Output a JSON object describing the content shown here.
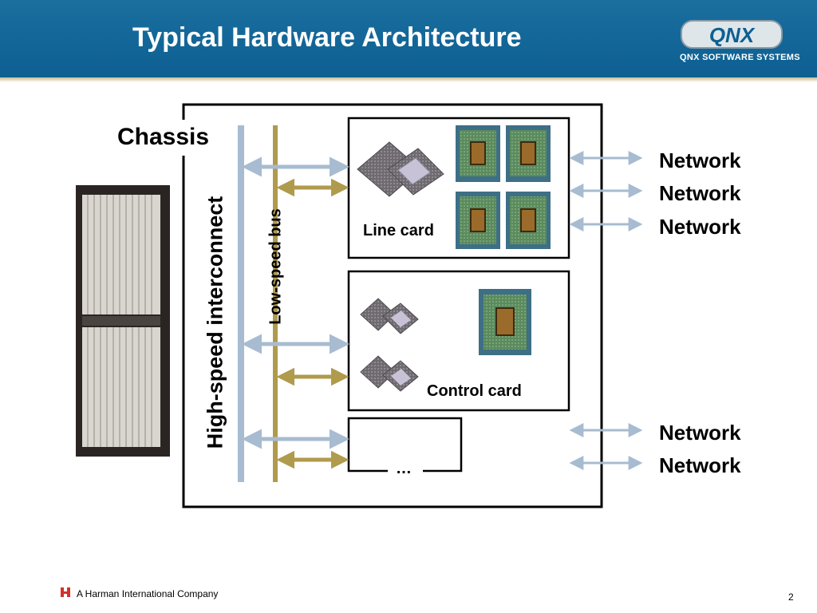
{
  "header": {
    "title": "Typical Hardware Architecture",
    "logo_text": "QNX",
    "logo_tagline": "QNX SOFTWARE SYSTEMS",
    "background_color": "#0d5f91"
  },
  "diagram": {
    "chassis_label": "Chassis",
    "high_speed_label": "High-speed interconnect",
    "low_speed_label": "Low-speed bus",
    "high_speed_color": "#a7bcd0",
    "low_speed_color": "#b09a4c",
    "network_arrow_color": "#a7bcd0",
    "line_card_label": "Line card",
    "control_card_label": "Control card",
    "extra_card_label": "…",
    "network_labels": [
      "Network",
      "Network",
      "Network",
      "Network",
      "Network"
    ],
    "rack_image": "server-rack-icon",
    "chip_images": [
      "motorola-chip-icon",
      "green-chip-icon"
    ]
  },
  "footer": {
    "company": "A Harman International Company",
    "page_number": "2"
  }
}
